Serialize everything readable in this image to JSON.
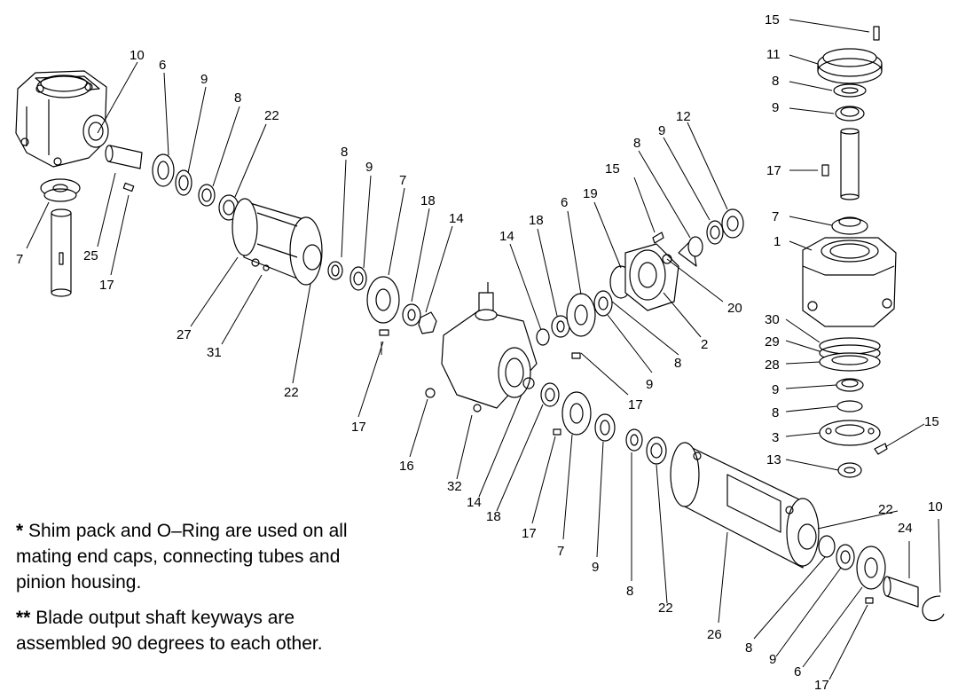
{
  "notes": [
    {
      "marker": "*",
      "text": "Shim pack and O–Ring are used on all mating end caps, connecting tubes and pinion housing."
    },
    {
      "marker": "**",
      "text": "Blade output shaft keyways are assembled 90 degrees to each other."
    }
  ],
  "callouts": [
    "10",
    "6",
    "9",
    "8",
    "22",
    "7",
    "25",
    "17",
    "27",
    "31",
    "22",
    "8",
    "9",
    "7",
    "18",
    "14",
    "17",
    "14",
    "18",
    "6",
    "19",
    "15",
    "8",
    "9",
    "12",
    "20",
    "2",
    "8",
    "9",
    "17",
    "16",
    "32",
    "14",
    "18",
    "17",
    "7",
    "9",
    "8",
    "22",
    "26",
    "22",
    "24",
    "10",
    "8",
    "9",
    "6",
    "17",
    "15",
    "11",
    "8",
    "9",
    "17",
    "7",
    "1",
    "30",
    "29",
    "28",
    "9",
    "8",
    "3",
    "15",
    "13"
  ]
}
